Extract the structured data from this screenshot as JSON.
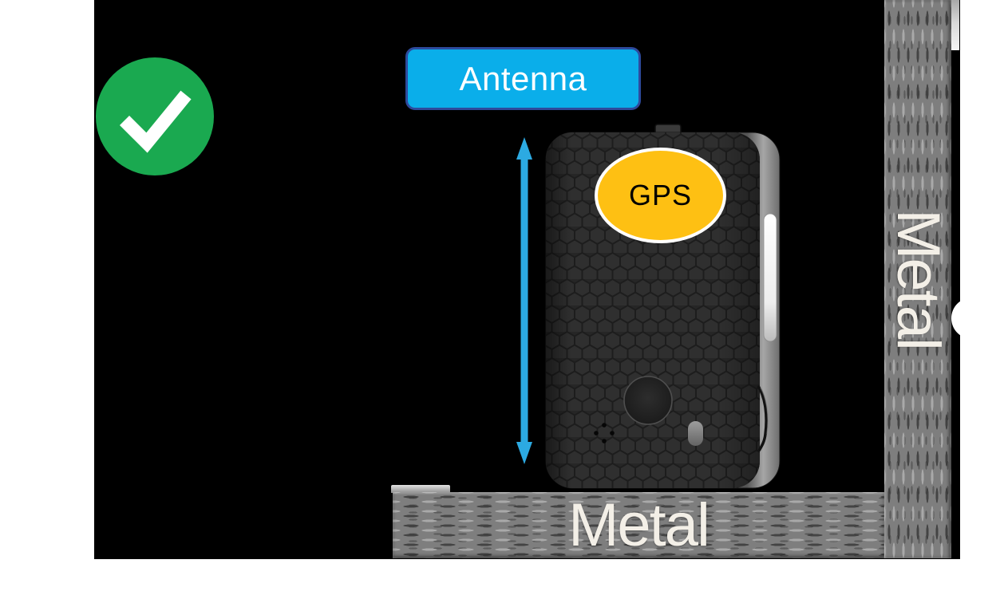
{
  "labels": {
    "antenna": "Antenna",
    "gps": "GPS",
    "metal_bottom": "Metal",
    "metal_right": "Metal"
  },
  "icons": {
    "status": "green-checkmark-circle",
    "measure": "vertical-double-arrow"
  },
  "colors": {
    "page_bg": "#ffffff",
    "canvas_bg": "#000000",
    "check_green": "#1aa950",
    "check_mark": "#ffffff",
    "antenna_fill": "#0aaeea",
    "antenna_border": "#2e4a9c",
    "antenna_text": "#ffffff",
    "arrow_blue": "#2caae2",
    "gps_fill": "#fec013",
    "gps_border": "#ffffff",
    "gps_text": "#000000",
    "metal_base": "#7e7e7e",
    "metal_text": "#f3efe7",
    "device_body": "#2b2b2b"
  }
}
